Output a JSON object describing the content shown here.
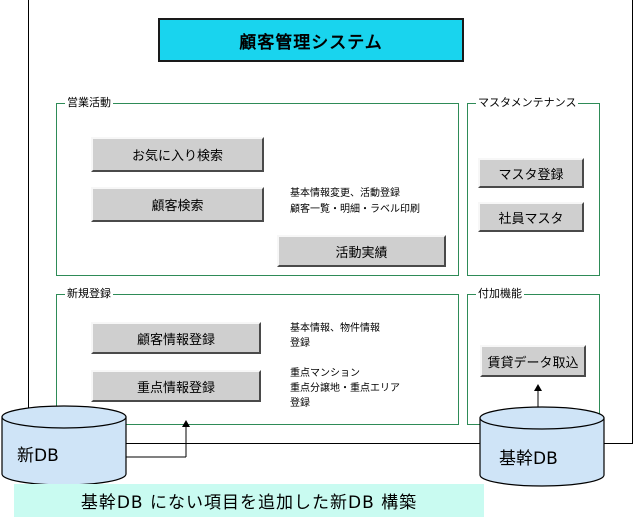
{
  "header": {
    "title": "顧客管理システム"
  },
  "groups": {
    "sales": {
      "label": "営業活動",
      "favorite_search": "お気に入り検索",
      "customer_search": "顧客検索",
      "note_line1": "基本情報変更、活動登録",
      "note_line2": "顧客一覧・明細・ラベル印刷",
      "activity_results": "活動実績"
    },
    "master": {
      "label": "マスタメンテナンス",
      "master_register": "マスタ登録",
      "employee_master": "社員マスタ"
    },
    "new_registration": {
      "label": "新規登録",
      "customer_info_register": "顧客情報登録",
      "customer_note_line1": "基本情報、物件情報",
      "customer_note_line2": "登録",
      "priority_info_register": "重点情報登録",
      "priority_note_line1": "重点マンション",
      "priority_note_line2": "重点分譲地・重点エリア",
      "priority_note_line3": "登録"
    },
    "extra": {
      "label": "付加機能",
      "rental_data_import": "賃貸データ取込"
    }
  },
  "databases": {
    "new_db": "新DB",
    "core_db": "基幹DB"
  },
  "banner": {
    "text": "基幹DB にない項目を追加した新DB 構築"
  }
}
